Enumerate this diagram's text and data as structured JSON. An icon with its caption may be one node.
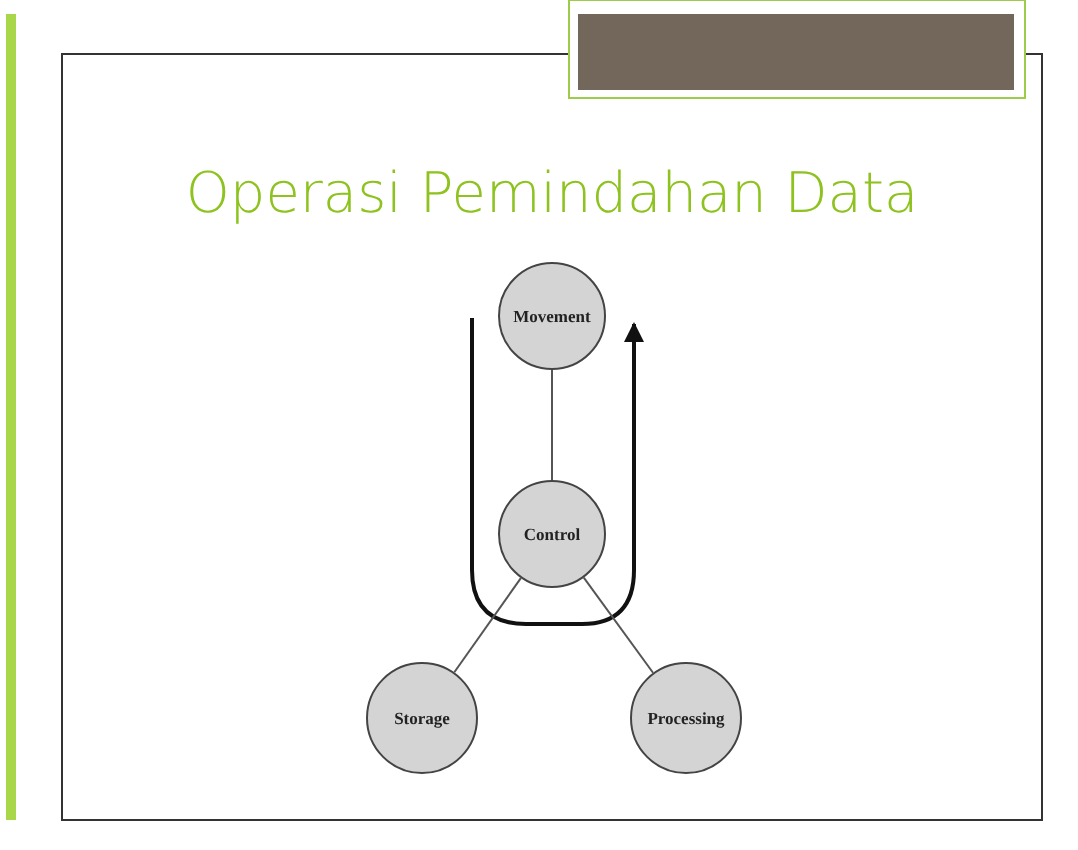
{
  "diagram": {
    "title": "Operasi Pemindahan Data",
    "nodes": [
      {
        "text": [
          "Movement"
        ]
      },
      {
        "text": [
          "Control"
        ]
      },
      {
        "text": [
          "Storage"
        ]
      },
      {
        "text": [
          "Processing"
        ]
      }
    ],
    "edges": [
      {
        "from": 0,
        "to": 1,
        "arrow": "none"
      },
      {
        "from": 1,
        "to": 2,
        "arrow": "none"
      },
      {
        "from": 1,
        "to": 3,
        "arrow": "none"
      }
    ]
  }
}
